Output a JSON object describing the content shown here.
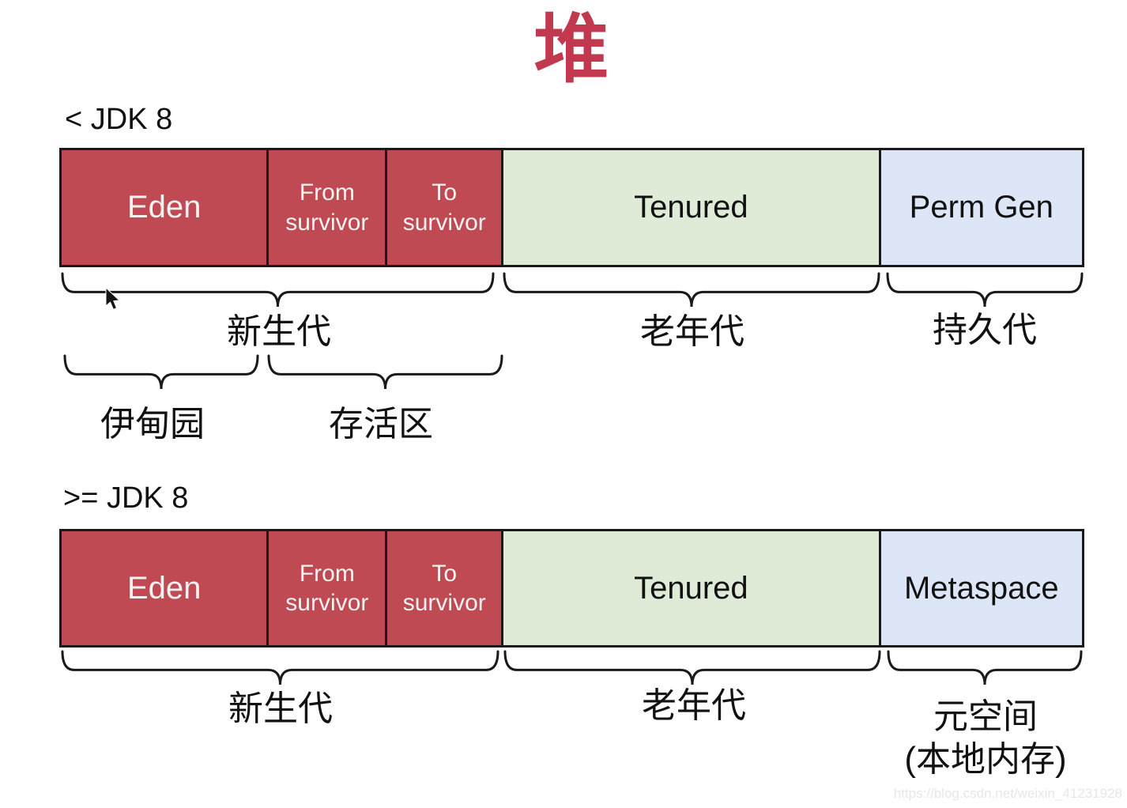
{
  "title": "堆",
  "watermark": "https://blog.csdn.net/weixin_41231928",
  "colors": {
    "title_red": "#C2384E",
    "block_red": "#BF4A53",
    "block_green": "#DFEAD7",
    "block_blue": "#DDE6F7",
    "border_black": "#1A1A1A",
    "text_white": "#F7F2F2",
    "text_black": "#111111",
    "watermark_gray": "#E7E7E9"
  },
  "jdk_old": {
    "heading": "< JDK 8",
    "blocks": {
      "eden": "Eden",
      "from_survivor": "From survivor",
      "to_survivor": "To survivor",
      "tenured": "Tenured",
      "perm_gen": "Perm Gen"
    },
    "labels": {
      "young_gen": "新生代",
      "old_gen": "老年代",
      "perm_gen": "持久代",
      "eden": "伊甸园",
      "survivor": "存活区"
    }
  },
  "jdk_new": {
    "heading": ">= JDK 8",
    "blocks": {
      "eden": "Eden",
      "from_survivor": "From survivor",
      "to_survivor": "To survivor",
      "tenured": "Tenured",
      "metaspace": "Metaspace"
    },
    "labels": {
      "young_gen": "新生代",
      "old_gen": "老年代",
      "metaspace": "元空间",
      "metaspace_note": "(本地内存)"
    }
  }
}
